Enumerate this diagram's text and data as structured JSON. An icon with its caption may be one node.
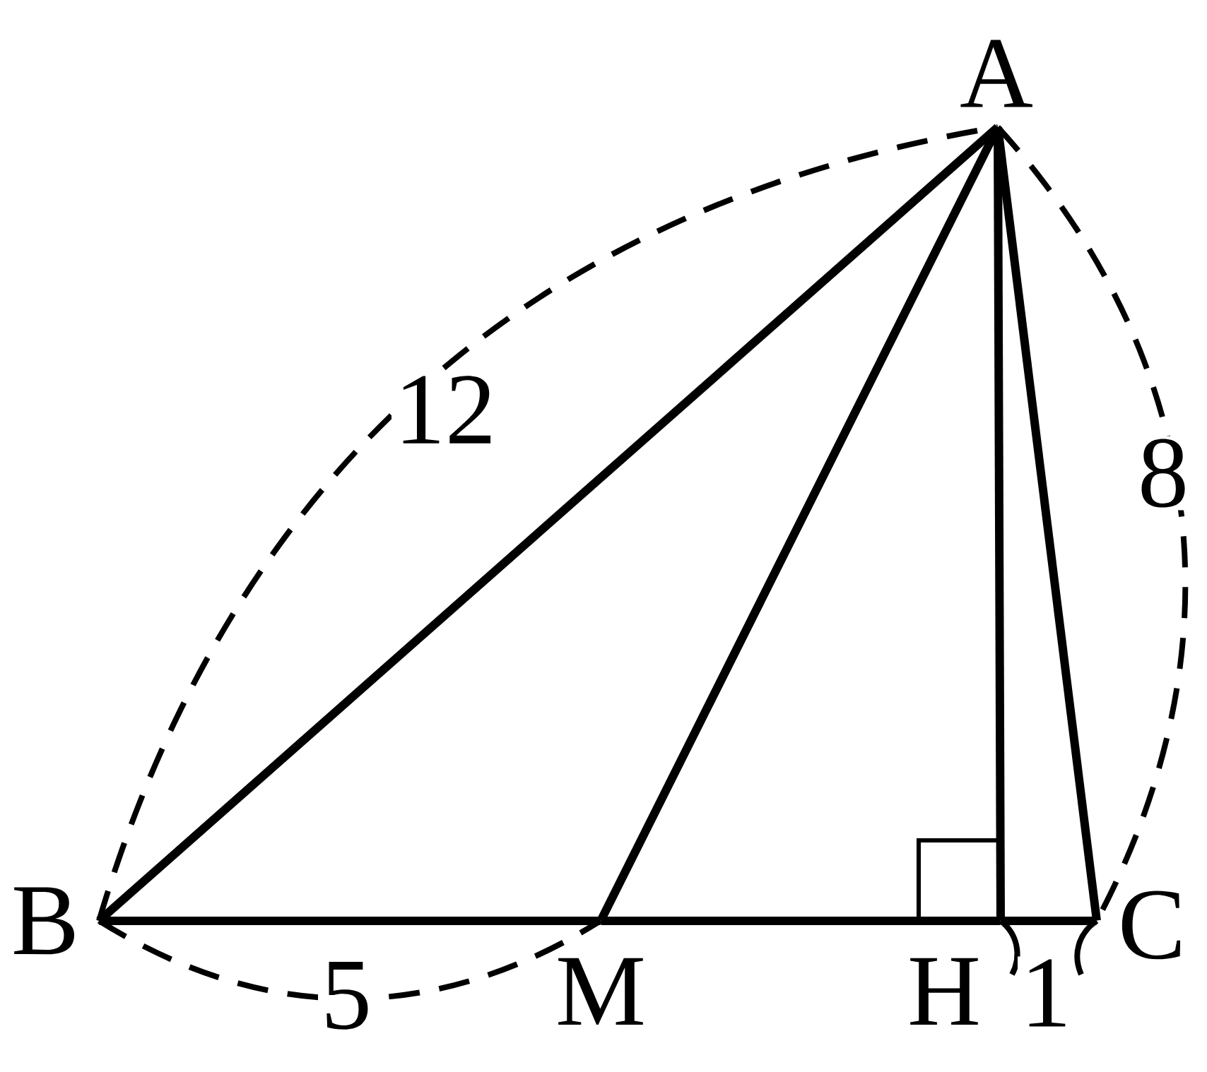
{
  "diagram": {
    "nodes": [
      {
        "text": [],
        "shape": "point",
        "beside": [
          "A"
        ]
      },
      {
        "text": [],
        "shape": "point",
        "beside": [
          "B"
        ]
      },
      {
        "text": [],
        "shape": "point",
        "beside": [
          "M"
        ]
      },
      {
        "text": [],
        "shape": "point",
        "beside": [
          "H"
        ]
      },
      {
        "text": [],
        "shape": "point",
        "beside": [
          "C"
        ]
      }
    ],
    "edges": [
      {
        "from": 0,
        "to": 1,
        "arrow": "none"
      },
      {
        "from": 0,
        "to": 2,
        "arrow": "none"
      },
      {
        "from": 0,
        "to": 3,
        "arrow": "none"
      },
      {
        "from": 0,
        "to": 4,
        "arrow": "none"
      },
      {
        "from": 1,
        "to": 2,
        "arrow": "none"
      },
      {
        "from": 2,
        "to": 3,
        "arrow": "none"
      },
      {
        "from": 3,
        "to": 4,
        "arrow": "none"
      }
    ],
    "labels": [
      "12",
      "8",
      "5",
      "1"
    ]
  }
}
